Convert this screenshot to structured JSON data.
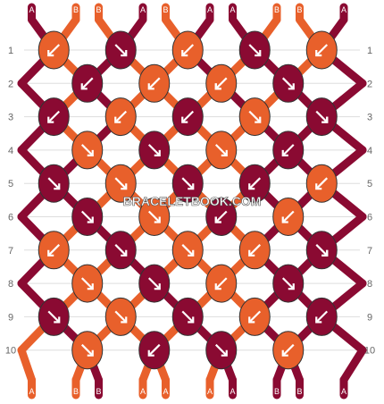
{
  "pattern": {
    "colors": {
      "A": "#8a0a32",
      "B": "#e8602b"
    },
    "strings_top": [
      "A",
      "B",
      "B",
      "A",
      "B",
      "A",
      "A",
      "B",
      "B",
      "A"
    ],
    "strings_bottom": [
      "A",
      "B",
      "B",
      "A",
      "A",
      "A",
      "A",
      "B",
      "B",
      "A"
    ],
    "row_labels": [
      "1",
      "2",
      "3",
      "4",
      "5",
      "6",
      "7",
      "8",
      "9",
      "10"
    ],
    "rows": [
      [
        {
          "c": "B",
          "d": "bl"
        },
        {
          "c": "A",
          "d": "br"
        },
        {
          "c": "B",
          "d": "bl"
        },
        {
          "c": "A",
          "d": "br"
        },
        {
          "c": "B",
          "d": "bl"
        }
      ],
      [
        {
          "c": "A",
          "d": "bl"
        },
        {
          "c": "B",
          "d": "bl"
        },
        {
          "c": "B",
          "d": "fl"
        },
        {
          "c": "A",
          "d": "br"
        }
      ],
      [
        {
          "c": "A",
          "d": "bl"
        },
        {
          "c": "B",
          "d": "bl"
        },
        {
          "c": "A",
          "d": "bl"
        },
        {
          "c": "B",
          "d": "br"
        },
        {
          "c": "A",
          "d": "fr"
        }
      ],
      [
        {
          "c": "B",
          "d": "br"
        },
        {
          "c": "A",
          "d": "br"
        },
        {
          "c": "B",
          "d": "br"
        },
        {
          "c": "A",
          "d": "bl"
        }
      ],
      [
        {
          "c": "A",
          "d": "br"
        },
        {
          "c": "B",
          "d": "br"
        },
        {
          "c": "A",
          "d": "br"
        },
        {
          "c": "A",
          "d": "bl"
        },
        {
          "c": "B",
          "d": "bl"
        }
      ],
      [
        {
          "c": "A",
          "d": "br"
        },
        {
          "c": "B",
          "d": "br"
        },
        {
          "c": "A",
          "d": "fl"
        },
        {
          "c": "B",
          "d": "bl"
        }
      ],
      [
        {
          "c": "B",
          "d": "bl"
        },
        {
          "c": "A",
          "d": "br"
        },
        {
          "c": "B",
          "d": "br"
        },
        {
          "c": "B",
          "d": "bl"
        },
        {
          "c": "A",
          "d": "fr"
        }
      ],
      [
        {
          "c": "B",
          "d": "br"
        },
        {
          "c": "A",
          "d": "br"
        },
        {
          "c": "B",
          "d": "bl"
        },
        {
          "c": "A",
          "d": "br"
        }
      ],
      [
        {
          "c": "A",
          "d": "br"
        },
        {
          "c": "B",
          "d": "br"
        },
        {
          "c": "A",
          "d": "br"
        },
        {
          "c": "B",
          "d": "bl"
        },
        {
          "c": "A",
          "d": "bl"
        }
      ],
      [
        {
          "c": "B",
          "d": "br"
        },
        {
          "c": "A",
          "d": "bl"
        },
        {
          "c": "A",
          "d": "br"
        },
        {
          "c": "B",
          "d": "bl"
        }
      ]
    ]
  },
  "watermark": "BRACELETBOOK.COM"
}
